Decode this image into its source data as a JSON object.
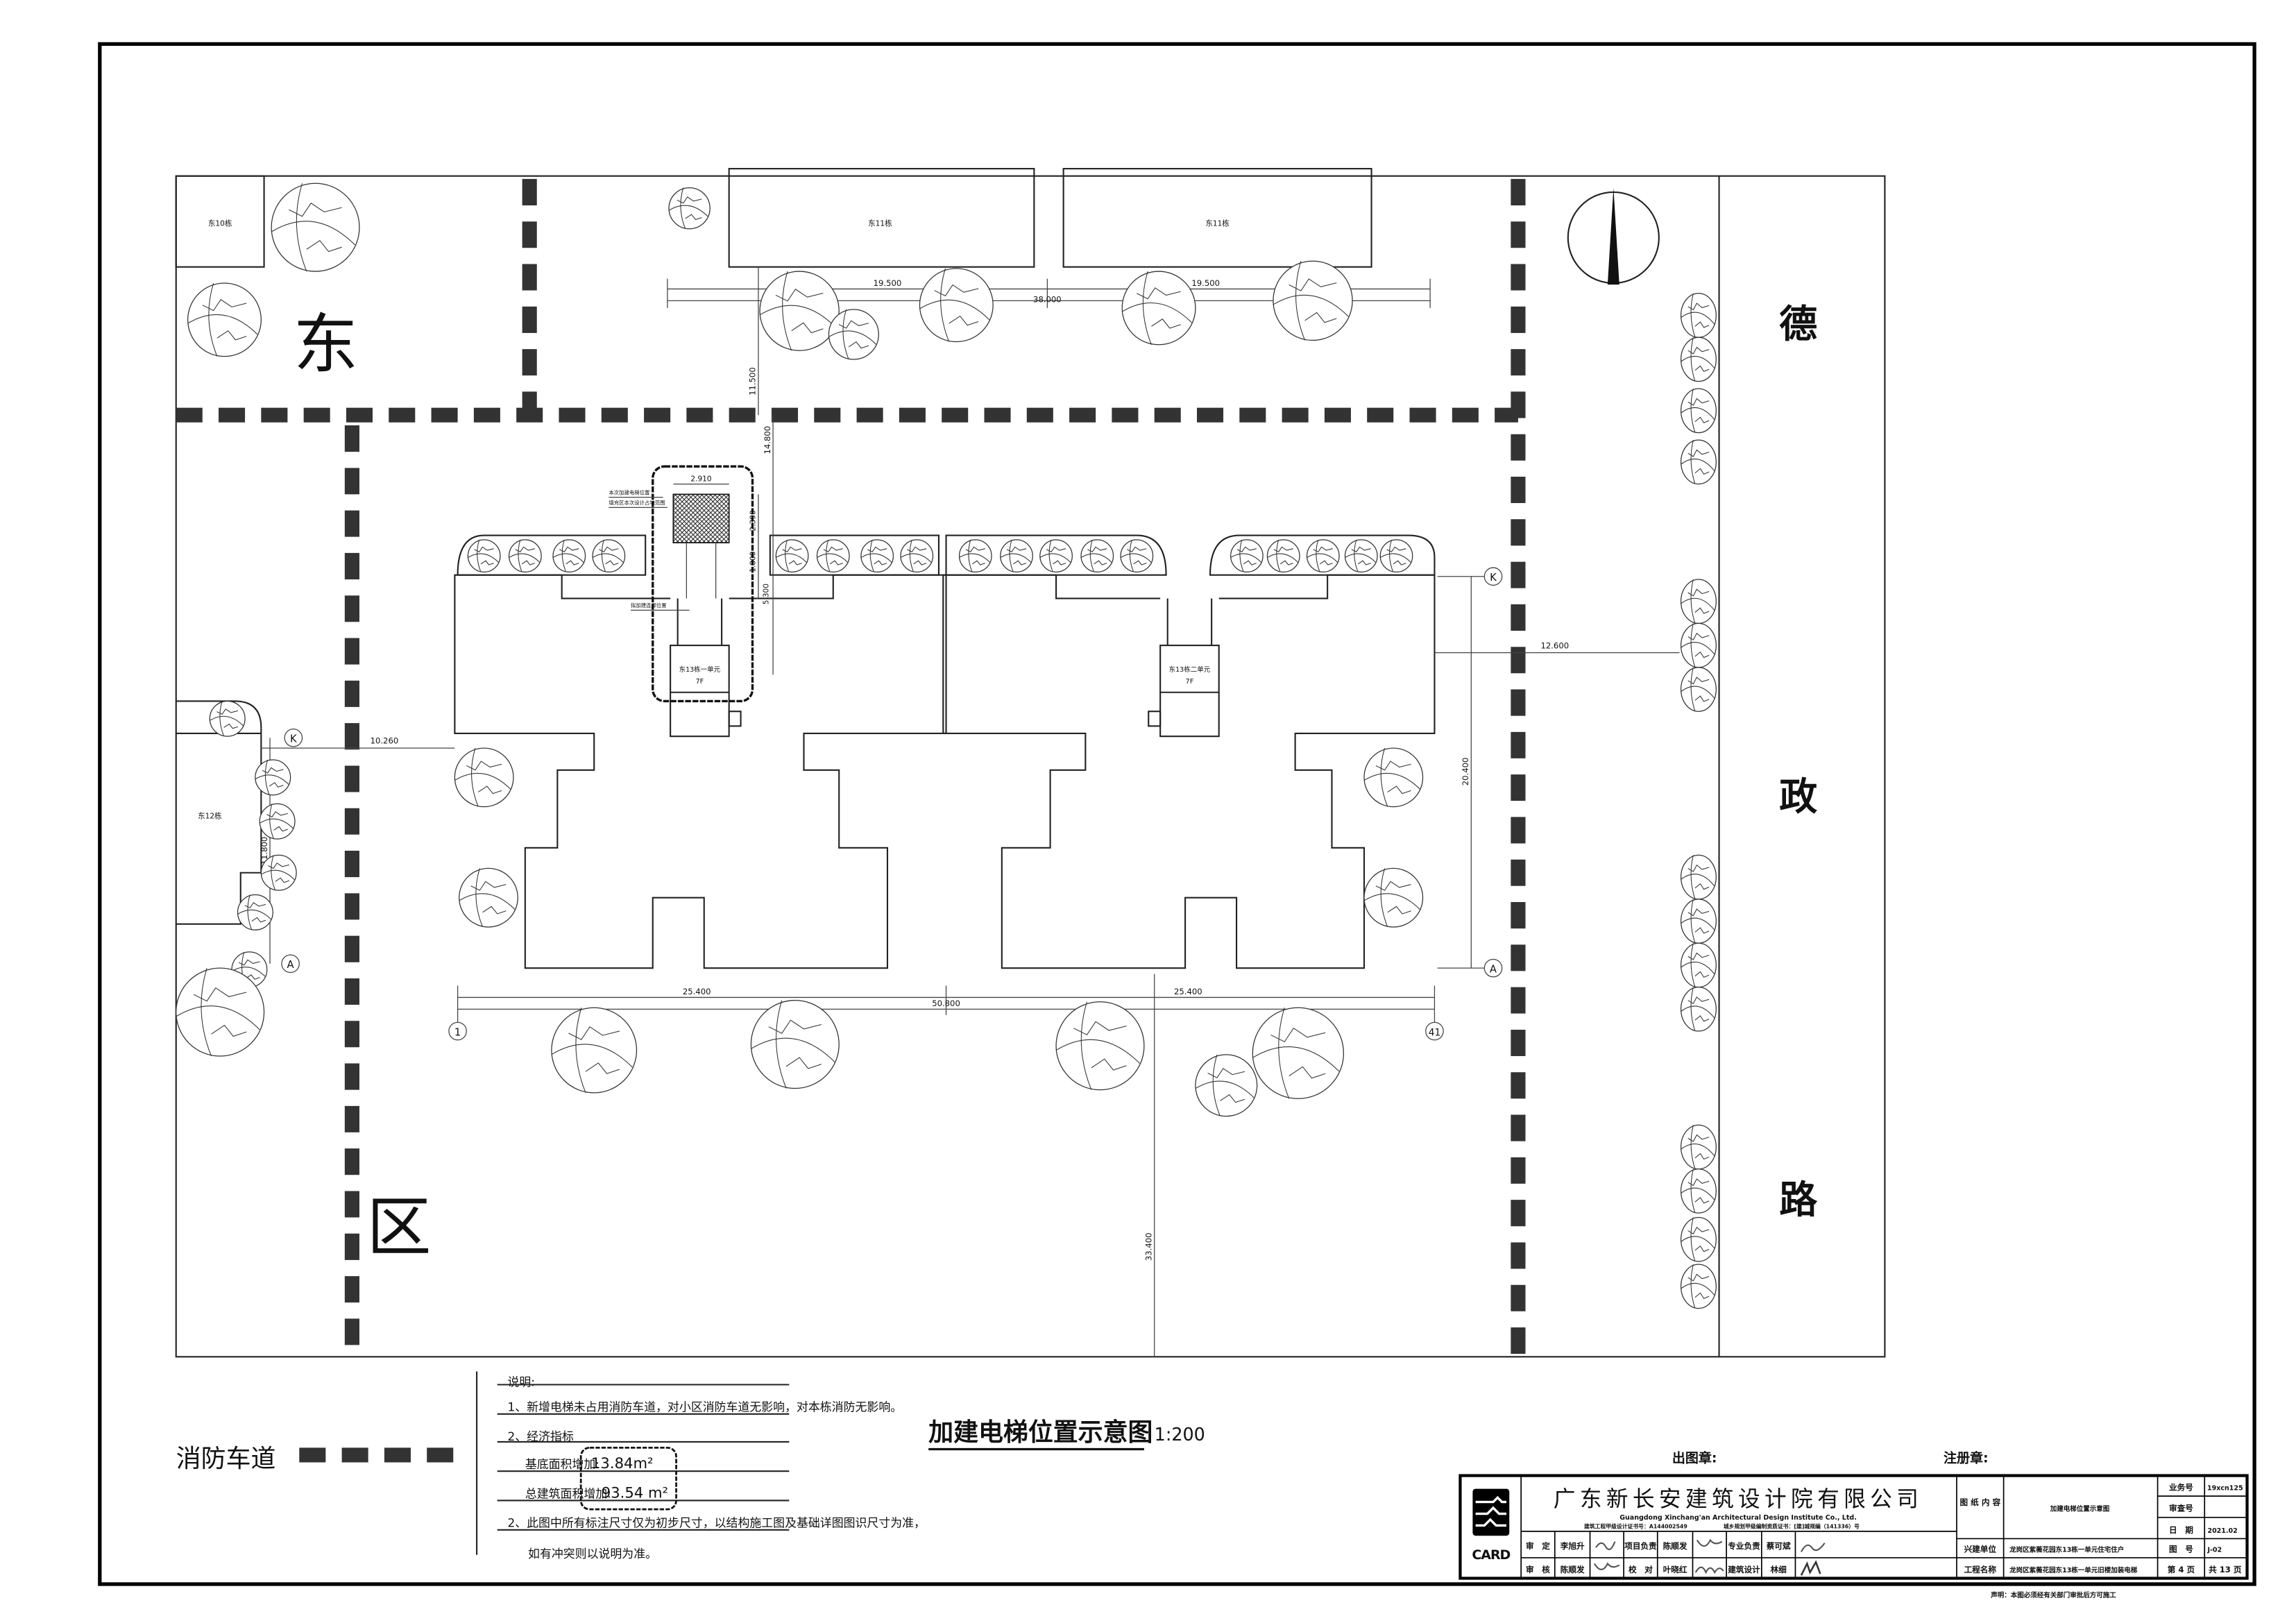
{
  "plan": {
    "buildings": {
      "east10": "东10栋",
      "east11a": "东11栋",
      "east11b": "东11栋",
      "east12": "东12栋",
      "unit1": "东13栋一单元",
      "unit1_floors": "7F",
      "unit2": "东13栋二单元",
      "unit2_floors": "7F"
    },
    "district_chars": [
      "东",
      "区"
    ],
    "road_chars": [
      "德",
      "政",
      "路"
    ],
    "elevator_labels": {
      "position": "本次加建电梯位置",
      "footprint": "填充区本次设计占地范围",
      "corridor": "拟加建连廊位置"
    },
    "dimensions": {
      "top_left": "19.500",
      "top_total": "38.000",
      "top_right": "19.500",
      "v_11500": "11.500",
      "v_14800": "14.800",
      "elev_width": "2.910",
      "elev_depth": "2.390",
      "elev_gap": "1.800",
      "elev_total": "5.300",
      "left_gap": "10.260",
      "left_height": "11.800",
      "right_gap": "12.600",
      "right_height": "20.400",
      "bottom_left": "25.400",
      "bottom_total": "50.800",
      "bottom_right": "25.400",
      "south_gap": "33.400"
    },
    "grid_labels": {
      "k": "K",
      "a": "A",
      "one": "1",
      "forty_one": "41"
    }
  },
  "legend": {
    "fire_lane": "消防车道"
  },
  "drawing_title": {
    "title": "加建电梯位置示意图",
    "scale": "1:200"
  },
  "stamps": {
    "issue": "出图章:",
    "registration": "注册章:"
  },
  "notes": {
    "heading": "说明:",
    "item1": "1、新增电梯未占用消防车道，对小区消防车道无影响，对本栋消防无影响。",
    "item2": "2、经济指标",
    "base_area_label": "基底面积增加:",
    "base_area_value": "13.84m²",
    "total_area_label": "总建筑面积增加:",
    "total_area_value": "93.54 m²",
    "item3": "2、此图中所有标注尺寸仅为初步尺寸，以结构施工图及基础详图图识尺寸为准，",
    "item3_cont": "如有冲突则以说明为准。"
  },
  "title_block": {
    "logo_text": "CARD",
    "company_cn": "广东新长安建筑设计院有限公司",
    "company_en": "Guangdong Xinchang'an Architectural Design Institute Co., Ltd.",
    "cert1": "建筑工程甲级设计证书号：A144002549",
    "cert2": "城乡规划甲级编制资质证书：[建]城规编（141336）号",
    "approve_label": "审　定",
    "approve_name": "李旭升",
    "pm_label": "项目负责",
    "pm_name": "陈顺发",
    "discipline_label": "专业负责",
    "discipline_name": "蔡可斌",
    "review_label": "审　核",
    "review_name": "陈顺发",
    "check_label": "校　对",
    "check_name": "叶晓红",
    "arch_label": "建筑设计",
    "arch_name": "林细",
    "drawing_content_label": "图 纸 内 容",
    "drawing_content": "加建电梯位置示意图",
    "client_label": "兴建单位",
    "client": "龙岗区紫薇花园东13栋一单元住宅住户",
    "project_label": "工程名称",
    "project": "龙岗区紫薇花园东13栋一单元旧楼加装电梯",
    "job_no_label": "业务号",
    "job_no": "19xcn125",
    "review_no_label": "审查号",
    "review_no": "",
    "date_label": "日　期",
    "date": "2021.02",
    "drawing_no_label": "图　号",
    "drawing_no": "J-02",
    "page": "第 4 页",
    "total_pages": "共 13 页",
    "statement": "声明：本图必须经有关部门审批后方可施工"
  }
}
